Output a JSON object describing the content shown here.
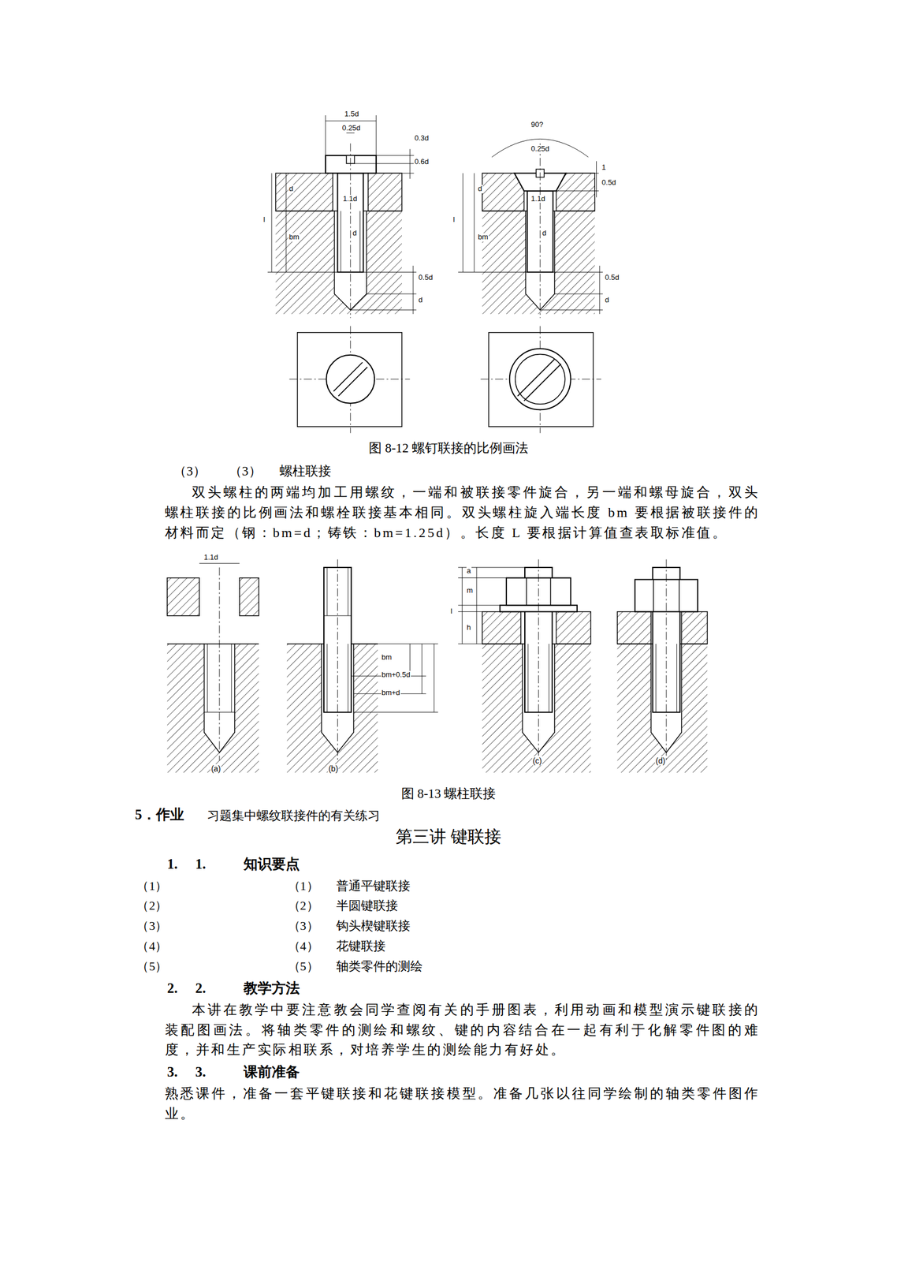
{
  "diagram": {
    "title": "第三讲 键联接",
    "labels": [
      "1.5d",
      "0.25d",
      "0.3d",
      "0.6d",
      "d",
      "l",
      "1.1d",
      "bm",
      "d",
      "0.5d",
      "d",
      "90?",
      "0.25d",
      "1",
      "0.5d",
      "d",
      "l",
      "1.1d",
      "bm",
      "d",
      "0.5d",
      "d",
      "图 8-12 螺钉联接的比例画法",
      "（3）",
      "（3）",
      "螺柱联接",
      "双头螺柱的两端均加工用螺纹，一端和被联接零件旋合，另一端和螺母旋合，双头螺柱联接的比例画法和螺栓联接基本相同。双头螺柱旋入端长度 bm 要根据被联接件的材料而定（钢：bm=d；铸铁：bm=1.25d）。长度 L 要根据计算值查表取标准值。",
      "1.1d",
      "bm",
      "bm+0.5d",
      "bm+d",
      "a",
      "m",
      "l",
      "h",
      "(a)",
      "(b)",
      "(c)",
      "(d)",
      "图 8-13 螺柱联接",
      "5．作业",
      "习题集中螺纹联接件的有关练习",
      "1.",
      "1.",
      "知识要点",
      "（1）",
      "（1）",
      "普通平键联接",
      "（2）",
      "（2）",
      "半圆键联接",
      "（3）",
      "（3）",
      "钩头楔键联接",
      "（4）",
      "（4）",
      "花键联接",
      "（5）",
      "（5）",
      "轴类零件的测绘",
      "2.",
      "2.",
      "教学方法",
      "本讲在教学中要注意教会同学查阅有关的手册图表，利用动画和模型演示键联接的装配图画法。将轴类零件的测绘和螺纹、键的内容结合在一起有利于化解零件图的难度，并和生产实际相联系，对培养学生的测绘能力有好处。",
      "3.",
      "3.",
      "课前准备",
      "熟悉课件，准备一套平键联接和花键联接模型。准备几张以往同学绘制的轴类零件图作业。"
    ]
  }
}
